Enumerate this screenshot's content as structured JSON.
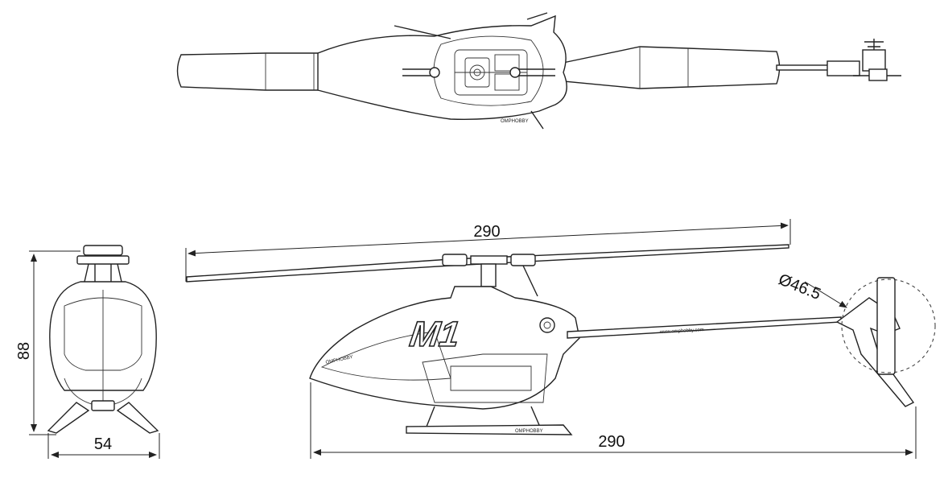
{
  "dimensions": {
    "rotor_span": "290",
    "total_length": "290",
    "height": "88",
    "width": "54",
    "tail_rotor_diameter": "Ø46.5"
  },
  "labels": {
    "model_logo": "M1",
    "canopy_brand": "OMPHOBBY",
    "skid_brand": "OMPHOBBY",
    "tail_boom_text": "www.omphobby.com"
  }
}
